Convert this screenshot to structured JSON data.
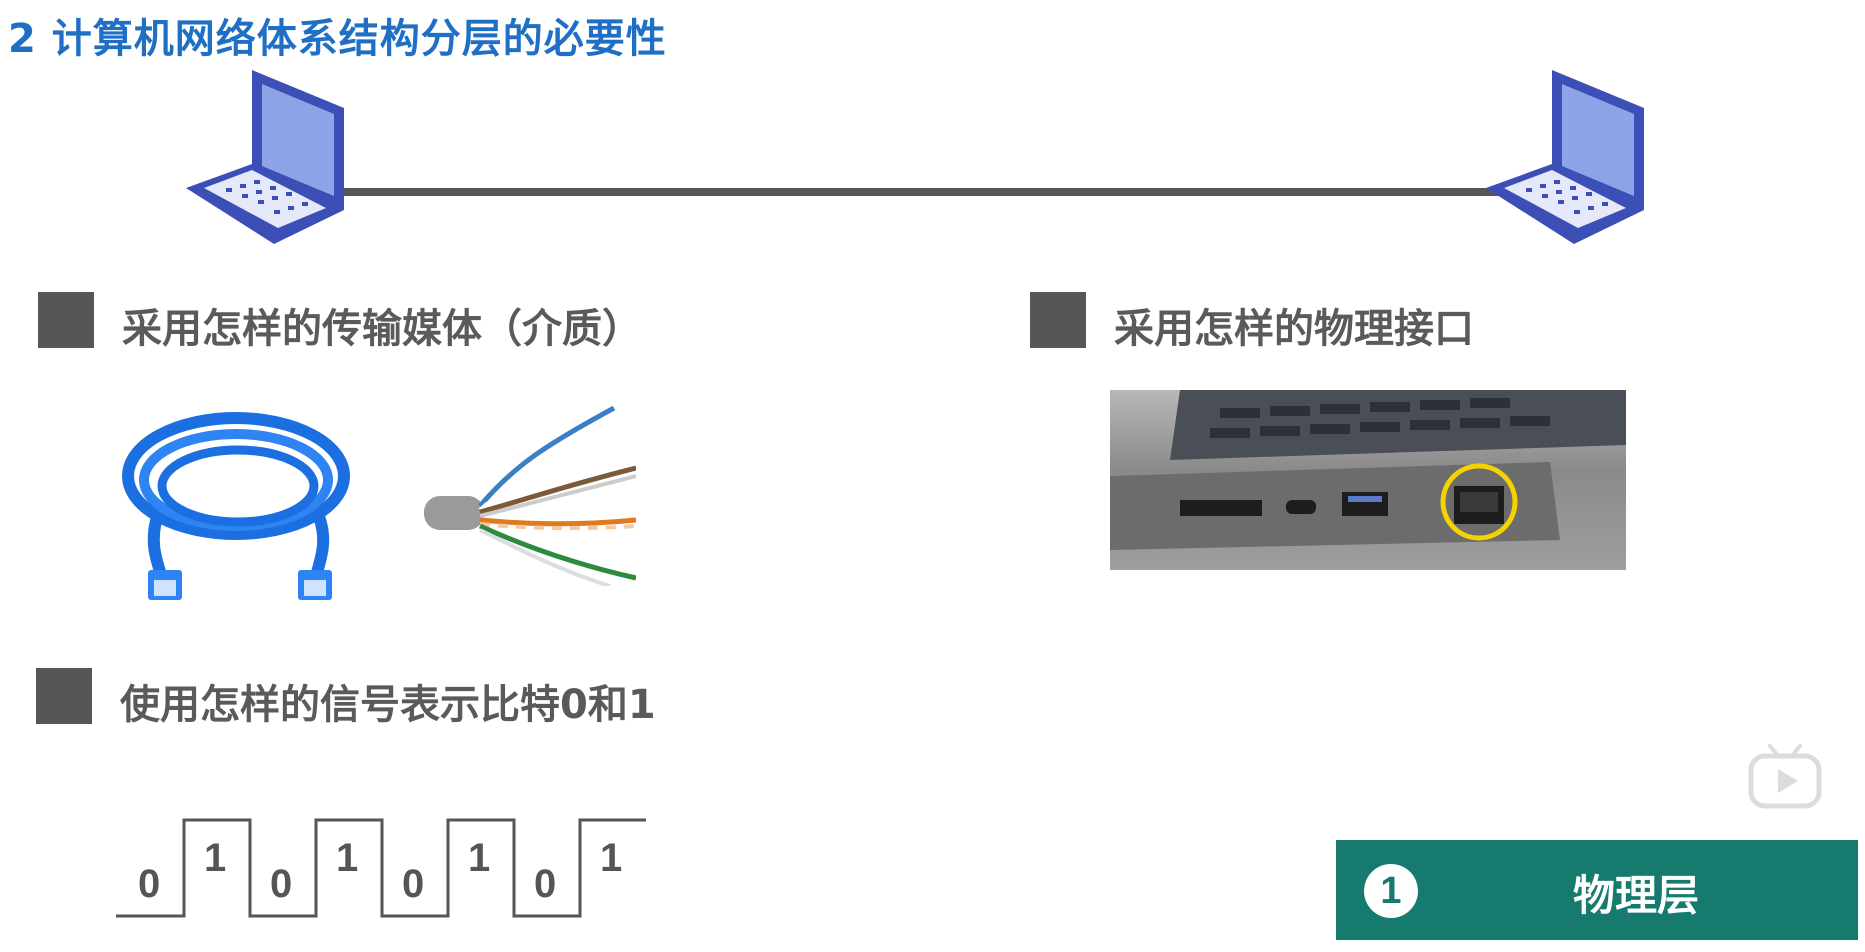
{
  "slide": {
    "title": "2 计算机网络体系结构分层的必要性"
  },
  "bullets": {
    "media": "采用怎样的传输媒体（介质）",
    "interface": "采用怎样的物理接口",
    "signal": "使用怎样的信号表示比特0和1"
  },
  "signal_bits": [
    "0",
    "1",
    "0",
    "1",
    "0",
    "1",
    "0",
    "1"
  ],
  "badge": {
    "number": "1",
    "label": "物理层"
  },
  "icons": {
    "left_computer": "laptop-icon",
    "right_computer": "laptop-icon",
    "cable": "network-cable-icon",
    "twisted_pair": "twisted-pair-icon",
    "port_photo": "laptop-port-icon",
    "watermark": "video-play-icon"
  },
  "colors": {
    "title": "#1f6fc4",
    "bullet": "#565656",
    "badge_bg": "#167a6e",
    "laptop": "#3c4fb6",
    "highlight_circle": "#f5d300"
  }
}
